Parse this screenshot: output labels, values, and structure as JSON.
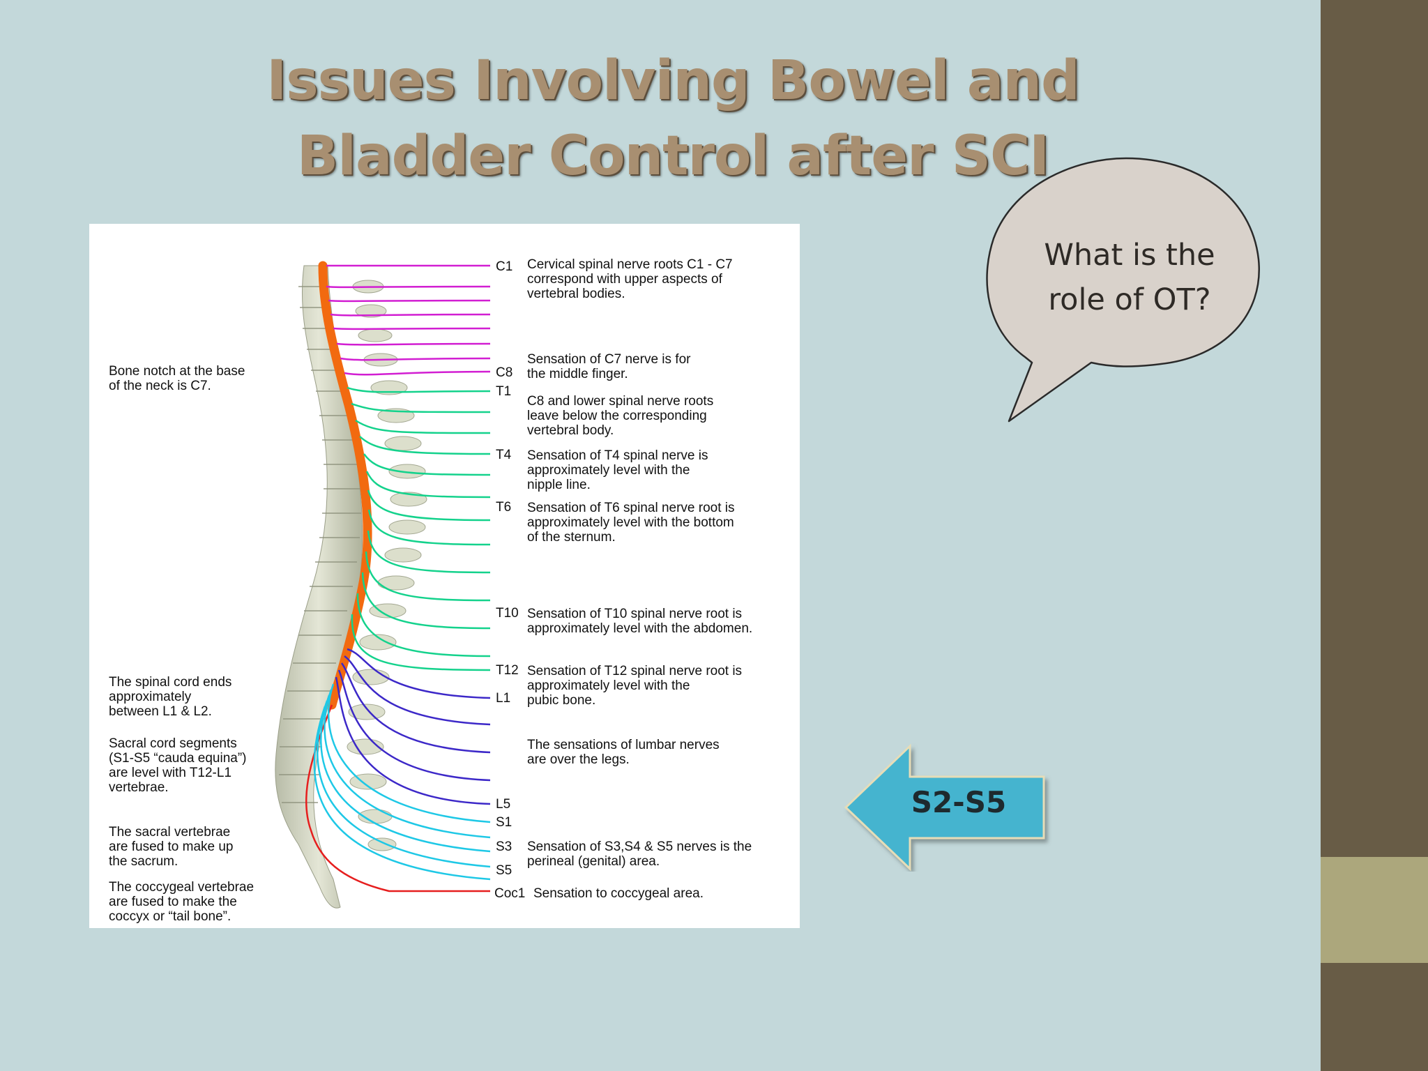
{
  "slide": {
    "title_line1": "Issues Involving Bowel and",
    "title_line2": "Bladder Control after SCI",
    "callout": {
      "line1": "What is the",
      "line2": "role of OT?"
    },
    "arrow_label": "S2-S5",
    "colors": {
      "background": "#c3d8da",
      "sidebar": "#685c46",
      "sidebar_accent": "#aca77c",
      "title": "#a88f71",
      "bubble_fill": "#d9d2cb",
      "arrow_fill": "#45b4cf"
    }
  },
  "diagram": {
    "levels": {
      "c1": "C1",
      "c8": "C8",
      "t1": "T1",
      "t4": "T4",
      "t6": "T6",
      "t10": "T10",
      "t12": "T12",
      "l1": "L1",
      "l5": "L5",
      "s1": "S1",
      "s3": "S3",
      "s5": "S5",
      "coc1": "Coc1"
    },
    "right_notes": {
      "c1": [
        "Cervical spinal nerve roots C1 - C7",
        "correspond with upper aspects of",
        "vertebral bodies."
      ],
      "c7": [
        "Sensation of C7 nerve is for",
        "the middle finger."
      ],
      "c8": [
        "C8 and lower spinal nerve roots",
        "leave below the corresponding",
        "vertebral body."
      ],
      "t4": [
        "Sensation of T4 spinal nerve is",
        "approximately level with the",
        "nipple line."
      ],
      "t6": [
        "Sensation of T6 spinal nerve root is",
        "approximately level with the bottom",
        "of the sternum."
      ],
      "t10": [
        "Sensation of T10 spinal nerve root is",
        "approximately level with the abdomen."
      ],
      "t12": [
        "Sensation of T12 spinal nerve root is",
        "approximately level with the",
        "pubic bone."
      ],
      "lumbar": [
        "The sensations of lumbar nerves",
        "are over the legs."
      ],
      "s3": [
        "Sensation of S3,S4 & S5 nerves is the",
        "perineal (genital) area."
      ],
      "coc1": "Sensation to coccygeal area."
    },
    "left_notes": {
      "c7": [
        "Bone notch at the base",
        "of the neck is C7."
      ],
      "cord_end": [
        "The spinal cord ends",
        "approximately",
        "between L1 & L2."
      ],
      "sacral_cord": [
        "Sacral cord segments",
        "(S1-S5 “cauda equina”)",
        "are level with T12-L1",
        "vertebrae."
      ],
      "sacrum": [
        "The sacral vertebrae",
        "are fused to make up",
        "the sacrum."
      ],
      "coccyx": [
        "The coccygeal vertebrae",
        "are fused to make the",
        "coccyx or “tail bone”."
      ]
    },
    "nerve_colors": {
      "cervical": "#d21ed2",
      "thoracic": "#14d28c",
      "lumbar": "#3c28c8",
      "sacral": "#1ec8e6",
      "coccygeal": "#e61e1e",
      "cord": "#f26a10",
      "bone": "#d4d6c2"
    }
  }
}
